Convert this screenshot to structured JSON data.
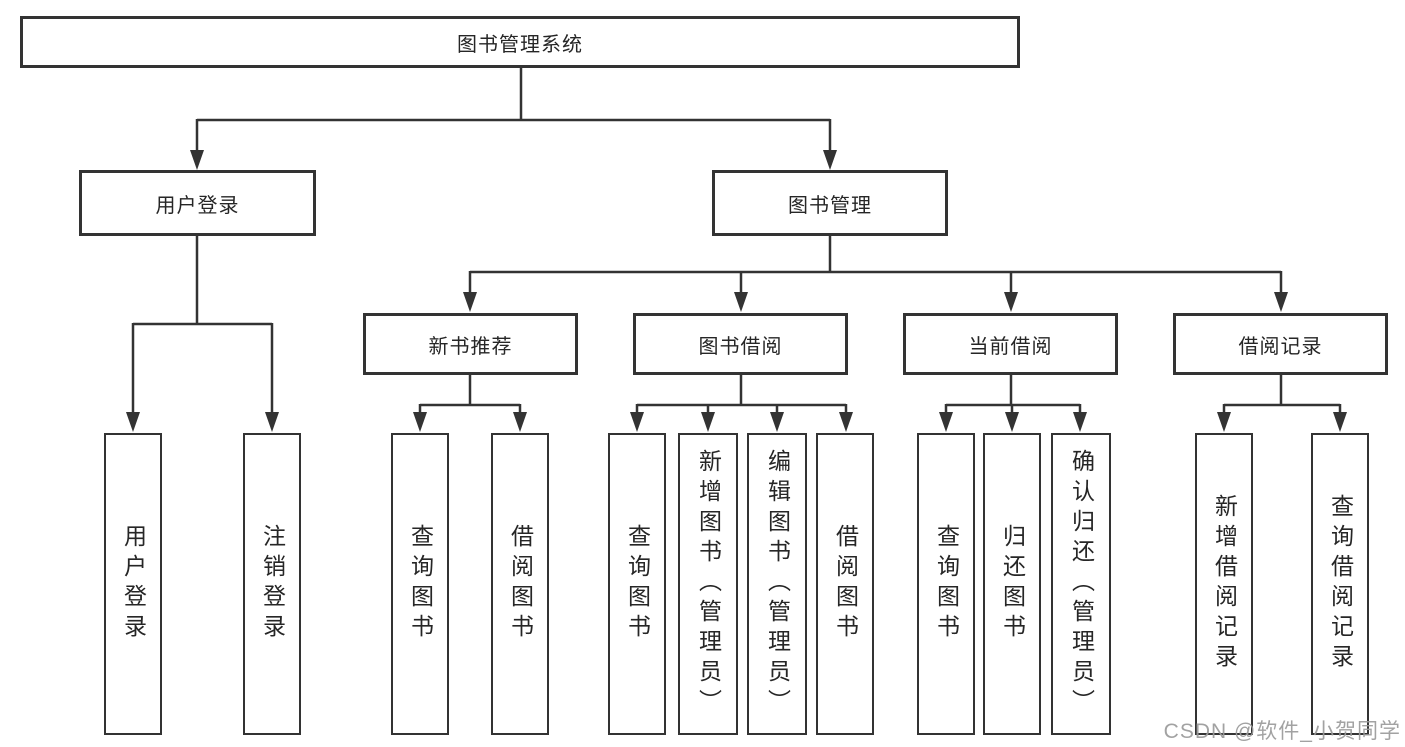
{
  "colors": {
    "line": "#333333",
    "box_border": "#333333",
    "text": "#262626",
    "watermark": "#9b9b9b",
    "background": "#ffffff"
  },
  "tree": {
    "label": "图书管理系统",
    "children": [
      {
        "label": "用户登录",
        "children": [
          {
            "label": "用户登录"
          },
          {
            "label": "注销登录"
          }
        ]
      },
      {
        "label": "图书管理",
        "children": [
          {
            "label": "新书推荐",
            "children": [
              {
                "label": "查询图书"
              },
              {
                "label": "借阅图书"
              }
            ]
          },
          {
            "label": "图书借阅",
            "children": [
              {
                "label": "查询图书"
              },
              {
                "label": "新增图书（管理员）"
              },
              {
                "label": "编辑图书（管理员）"
              },
              {
                "label": "借阅图书"
              }
            ]
          },
          {
            "label": "当前借阅",
            "children": [
              {
                "label": "查询图书"
              },
              {
                "label": "归还图书"
              },
              {
                "label": "确认归还（管理员）"
              }
            ]
          },
          {
            "label": "借阅记录",
            "children": [
              {
                "label": "新增借阅记录"
              },
              {
                "label": "查询借阅记录"
              }
            ]
          }
        ]
      }
    ]
  },
  "watermark": {
    "text": "CSDN @软件_小贺同学"
  }
}
